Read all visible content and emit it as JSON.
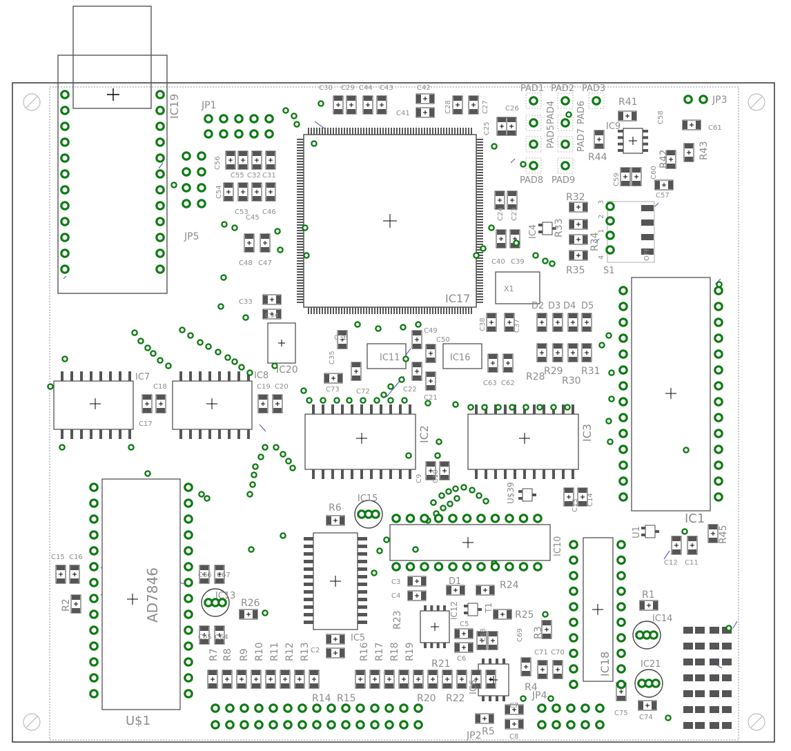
{
  "board": {
    "ics": [
      {
        "id": "ic17",
        "label": "IC17"
      },
      {
        "id": "ic19",
        "label": "IC19"
      },
      {
        "id": "ic7",
        "label": "IC7"
      },
      {
        "id": "ic8",
        "label": "IC8"
      },
      {
        "id": "ic2",
        "label": "IC2"
      },
      {
        "id": "ic3",
        "label": "IC3"
      },
      {
        "id": "ic1",
        "label": "IC1"
      },
      {
        "id": "ad7846",
        "label": "AD7846"
      },
      {
        "id": "u1-dip",
        "label": "U$1"
      },
      {
        "id": "ic10",
        "label": "IC10"
      },
      {
        "id": "ic18",
        "label": "IC18"
      },
      {
        "id": "ic5",
        "label": "IC5"
      },
      {
        "id": "ic20",
        "label": "IC20"
      },
      {
        "id": "ic11",
        "label": "IC11"
      },
      {
        "id": "ic16",
        "label": "IC16"
      },
      {
        "id": "ic9",
        "label": "IC9"
      },
      {
        "id": "ic4",
        "label": "IC4"
      },
      {
        "id": "ic6",
        "label": "IC6"
      },
      {
        "id": "ic12",
        "label": "IC12"
      },
      {
        "id": "ic13",
        "label": "IC13"
      },
      {
        "id": "ic14",
        "label": "IC14"
      },
      {
        "id": "ic15",
        "label": "IC15"
      },
      {
        "id": "ic21",
        "label": "IC21"
      },
      {
        "id": "u1",
        "label": "U1"
      },
      {
        "id": "u39",
        "label": "U$39"
      },
      {
        "id": "x1",
        "label": "X1"
      },
      {
        "id": "s1",
        "label": "S1"
      },
      {
        "id": "t1",
        "label": "T1"
      }
    ],
    "jumpers": [
      "JP1",
      "JP2",
      "JP3",
      "JP4",
      "JP5"
    ],
    "pads": [
      "PAD1",
      "PAD2",
      "PAD3",
      "PAD4",
      "PAD5",
      "PAD6",
      "PAD7",
      "PAD8",
      "PAD9"
    ],
    "switch_labels": [
      "1",
      "2",
      "3",
      "4",
      "OFF"
    ],
    "diodes": [
      "D1",
      "D2",
      "D3",
      "D4",
      "D5"
    ],
    "capacitors": [
      "C2",
      "C3",
      "C4",
      "C5",
      "C6",
      "C7",
      "C8",
      "C9",
      "C10",
      "C11",
      "C12",
      "C13",
      "C14",
      "C15",
      "C16",
      "C17",
      "C18",
      "C19",
      "C20",
      "C21",
      "C22",
      "C23",
      "C24",
      "C25",
      "C26",
      "C27",
      "C28",
      "C29",
      "C30",
      "C31",
      "C32",
      "C33",
      "C34",
      "C35",
      "C36",
      "C37",
      "C38",
      "C39",
      "C40",
      "C41",
      "C42",
      "C43",
      "C44",
      "C45",
      "C46",
      "C47",
      "C48",
      "C49",
      "C50",
      "C53",
      "C54",
      "C55",
      "C56",
      "C57",
      "C58",
      "C59",
      "C60",
      "C61",
      "C62",
      "C63",
      "C64",
      "C65",
      "C66",
      "C67",
      "C68",
      "C69",
      "C70",
      "C71",
      "C72",
      "C73",
      "C74",
      "C75"
    ],
    "resistors": [
      "R1",
      "R2",
      "R3",
      "R4",
      "R5",
      "R6",
      "R7",
      "R8",
      "R9",
      "R10",
      "R11",
      "R12",
      "R13",
      "R14",
      "R15",
      "R16",
      "R17",
      "R18",
      "R19",
      "R20",
      "R21",
      "R22",
      "R23",
      "R24",
      "R25",
      "R26",
      "R28",
      "R29",
      "R30",
      "R31",
      "R32",
      "R33",
      "R34",
      "R35",
      "R41",
      "R42",
      "R43",
      "R44",
      "R45"
    ]
  }
}
